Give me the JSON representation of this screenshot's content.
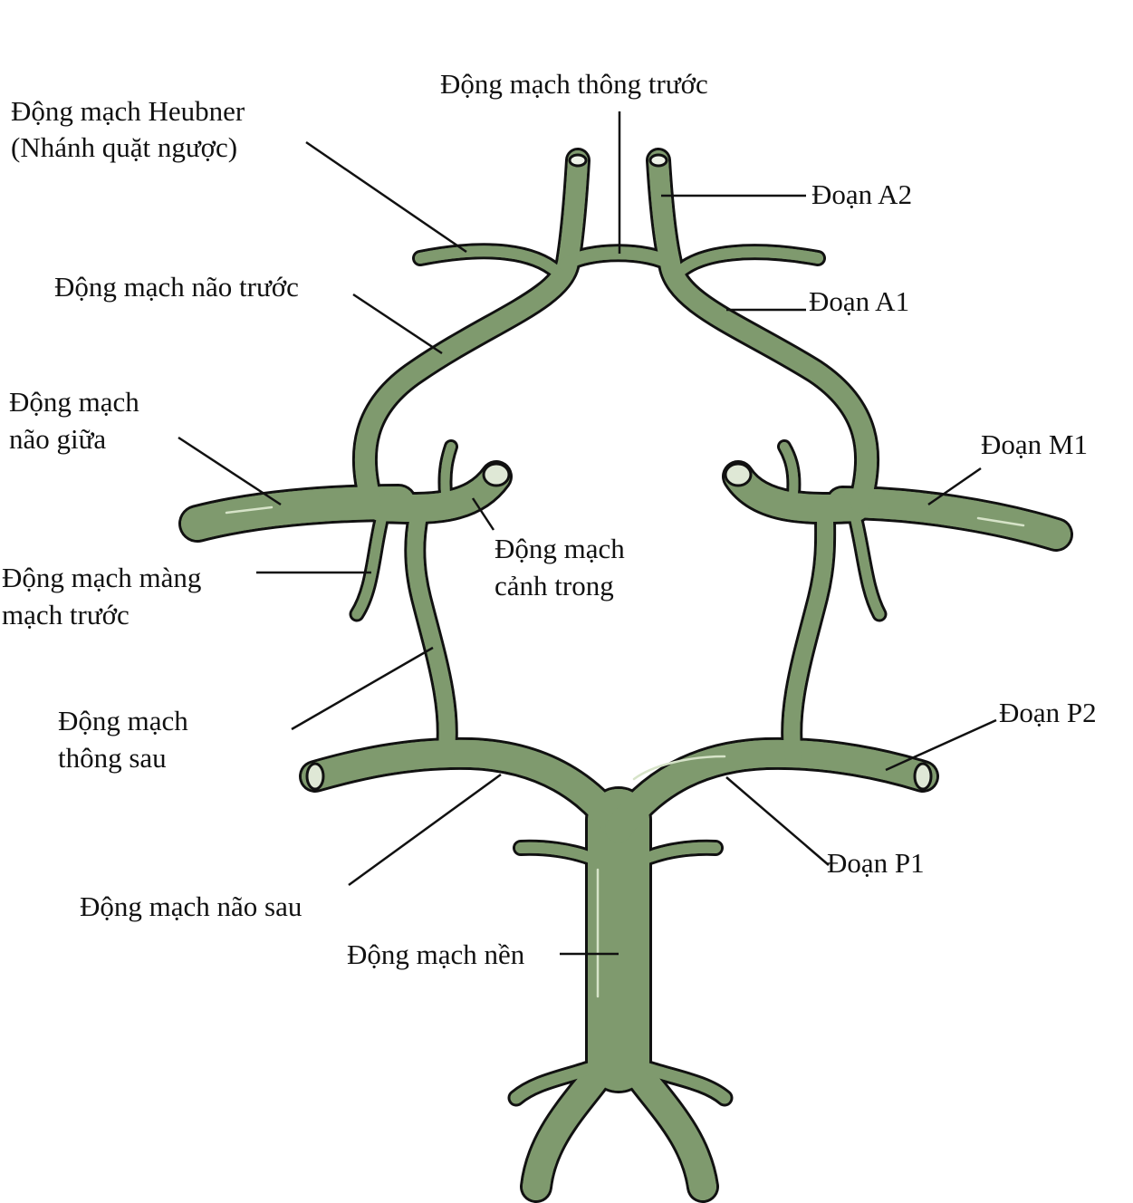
{
  "colors": {
    "vessel": "#7f9a6e",
    "outline": "#111111",
    "highlight": "#d6e3c8"
  },
  "labels": {
    "acomm": "Động mạch thông trước",
    "heubner_1": "Động mạch Heubner",
    "heubner_2": "(Nhánh quặt ngược)",
    "a2": "Đoạn A2",
    "aca": "Động mạch não trước",
    "a1": "Đoạn A1",
    "mca_1": "Động mạch",
    "mca_2": "não giữa",
    "m1": "Đoạn M1",
    "ica_1": "Động mạch",
    "ica_2": "cảnh trong",
    "achor_1": "Động mạch màng",
    "achor_2": "mạch trước",
    "pcomm_1": "Động mạch",
    "pcomm_2": "thông sau",
    "p2": "Đoạn P2",
    "p1": "Đoạn P1",
    "pca": "Động mạch não sau",
    "basilar": "Động mạch nền"
  }
}
